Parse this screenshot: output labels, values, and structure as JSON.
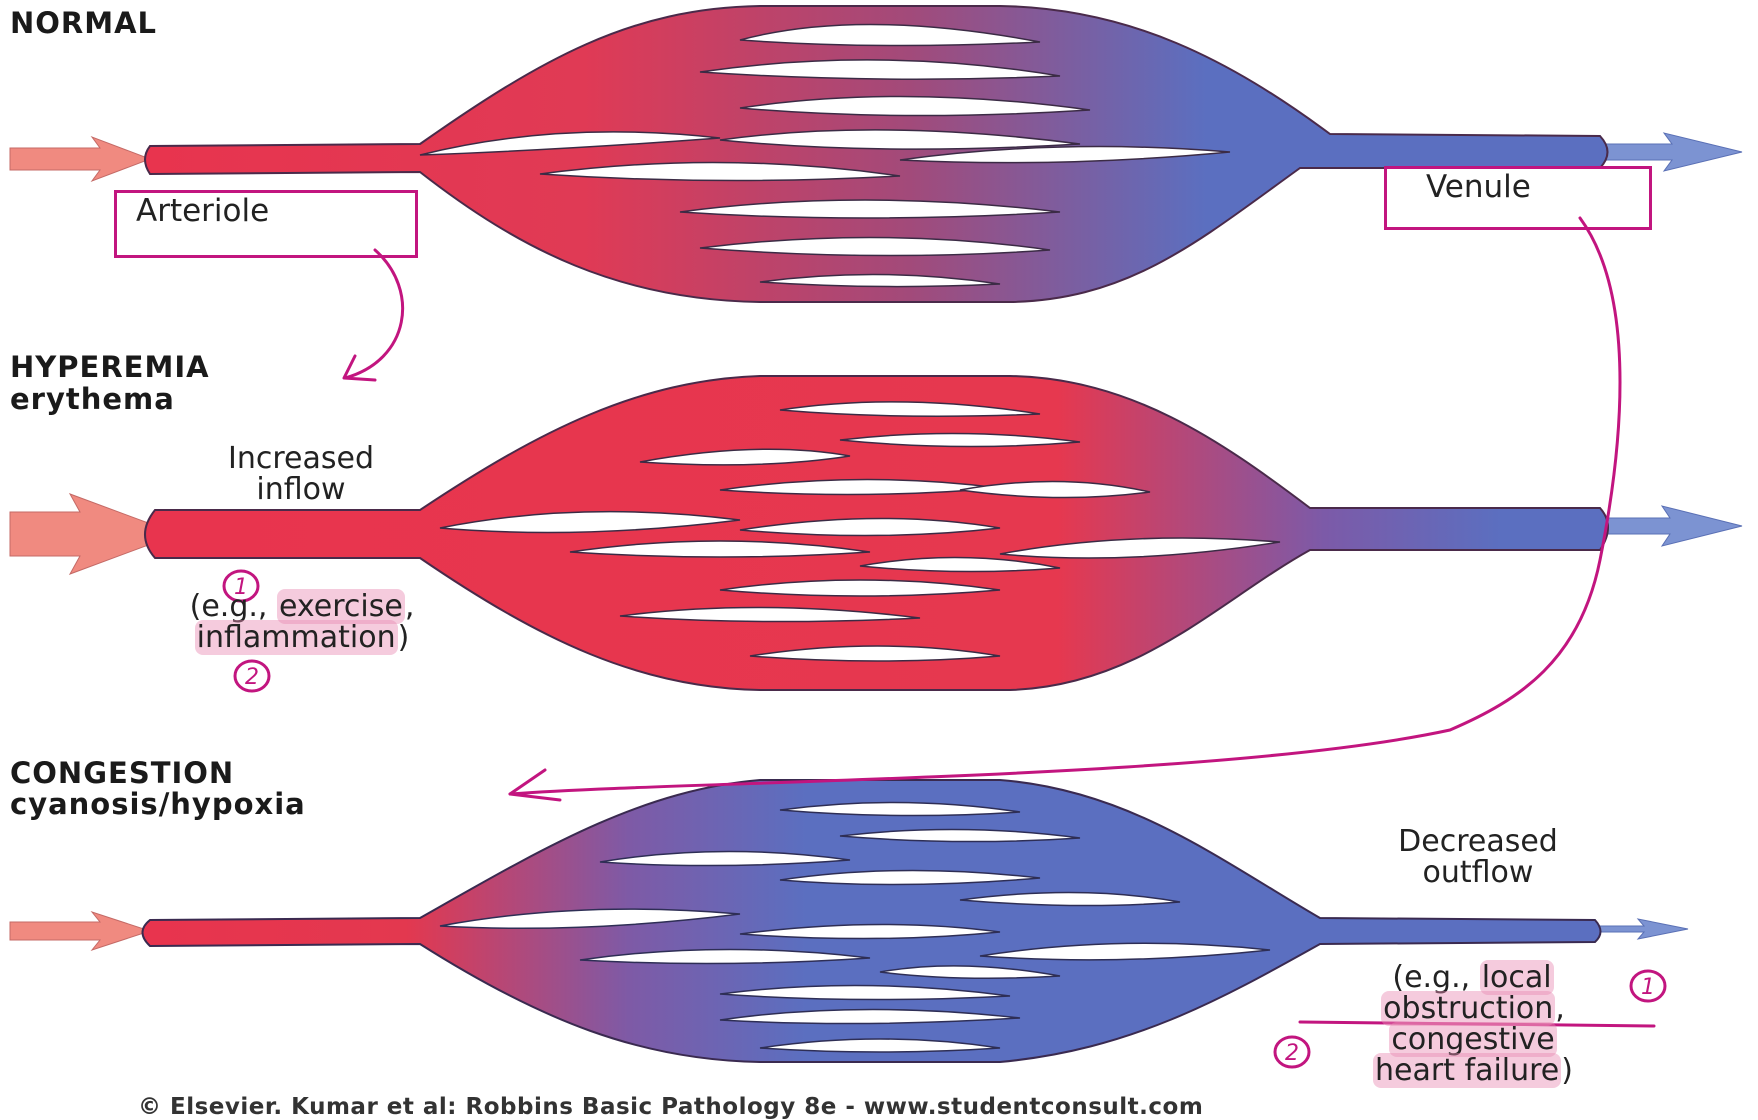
{
  "sections": {
    "normal": {
      "title": "NORMAL"
    },
    "hyperemia": {
      "title": "HYPEREMIA",
      "subtitle": "erythema",
      "inflow_line1": "Increased",
      "inflow_line2": "inflow",
      "eg_prefix": "(e.g., ",
      "eg_item1": "exercise",
      "eg_sep": ",",
      "eg_item2": "inflammation",
      "eg_suffix": ")"
    },
    "congestion": {
      "title": "CONGESTION",
      "subtitle": "cyanosis/hypoxia",
      "outflow_line1": "Decreased",
      "outflow_line2": "outflow",
      "eg_prefix": "(e.g., ",
      "eg_item1a": "local",
      "eg_item1b": "obstruction",
      "eg_sep": ",",
      "eg_item2a": "congestive",
      "eg_item2b": "heart failure",
      "eg_suffix": ")"
    }
  },
  "labels": {
    "arteriole": "Arteriole",
    "venule": "Venule"
  },
  "annotations": {
    "marker_1": "1",
    "marker_2": "2",
    "ink_color": "#c2157f",
    "highlight_color": "#f0b6cf"
  },
  "colors": {
    "arterial": "#e8344e",
    "venous": "#5b6fc0",
    "arrow_in": "#f08a80",
    "arrow_out": "#7c93d2"
  },
  "credit": "© Elsevier. Kumar et al: Robbins Basic Pathology 8e - www.studentconsult.com"
}
